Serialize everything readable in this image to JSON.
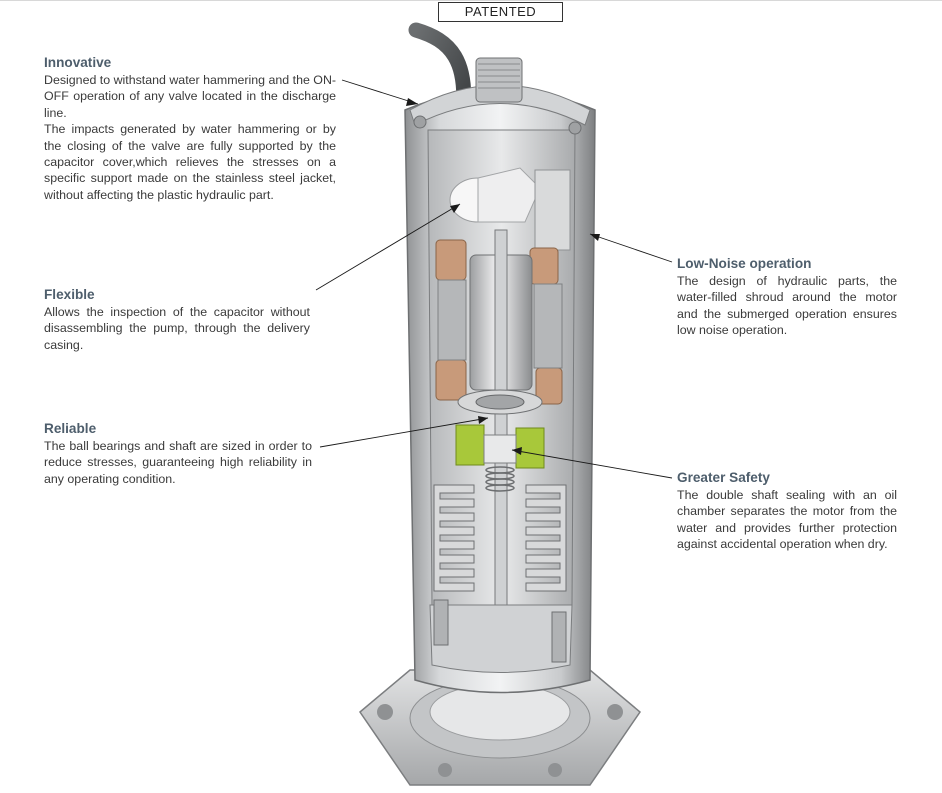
{
  "badge": "PATENTED",
  "features": {
    "innovative": {
      "title": "Innovative",
      "text1": "Designed to withstand water hammering and the ON-OFF operation of any valve located in the discharge line.",
      "text2": "The impacts generated by water hammering or by the closing of the valve are fully supported by the capacitor cover,which relieves the stresses on a specific support made on the stainless steel jacket, without affecting the plastic hydraulic part."
    },
    "flexible": {
      "title": "Flexible",
      "text": "Allows the inspection of the capacitor without disassembling the pump, through the delivery casing."
    },
    "reliable": {
      "title": "Reliable",
      "text": "The ball bearings and shaft are sized in order to reduce stresses, guaranteeing high reliability in any operating condition."
    },
    "low_noise": {
      "title": "Low-Noise operation",
      "text": "The design of hydraulic parts, the water-filled shroud around the motor and the submerged operation ensures low noise operation."
    },
    "safety": {
      "title": "Greater Safety",
      "text": "The double shaft sealing with an oil chamber separates the motor from the water and provides further protection against accidental operation when dry."
    }
  },
  "colors": {
    "heading": "#4e5e6c",
    "body_text": "#3a3a3a",
    "seal_green": "#a8c83a",
    "winding_copper": "#c89a7a",
    "steel": "#c8cacc"
  }
}
